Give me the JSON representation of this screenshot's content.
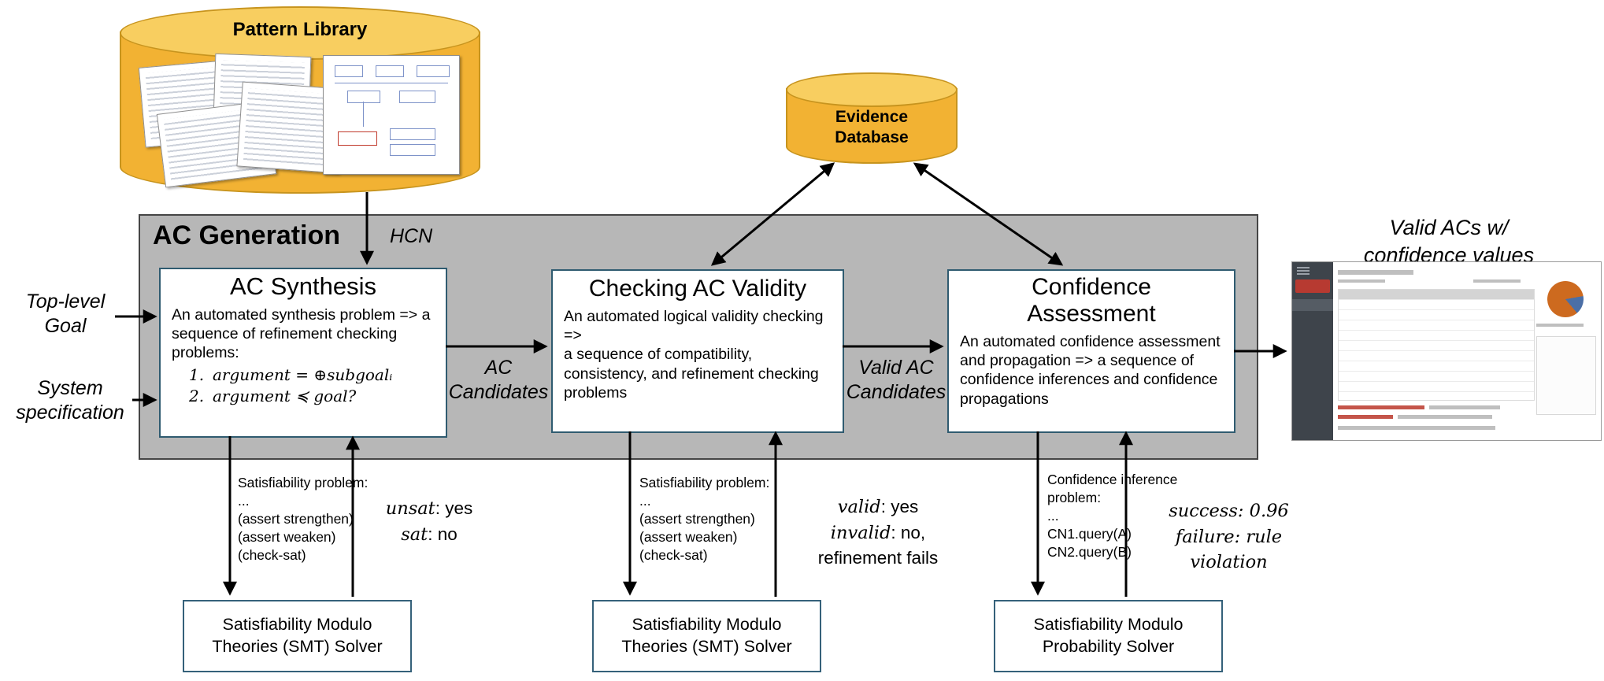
{
  "pattern_library": {
    "label": "Pattern Library"
  },
  "evidence_database": {
    "line1": "Evidence",
    "line2": "Database"
  },
  "panel": {
    "title": "AC Generation",
    "hcn_label": "HCN"
  },
  "inputs": {
    "goal": {
      "line1": "Top-level",
      "line2": "Goal"
    },
    "spec": {
      "line1": "System",
      "line2": "specification"
    }
  },
  "stages": {
    "synthesis": {
      "title": "AC Synthesis",
      "body": "An automated synthesis problem => a sequence of refinement checking problems:",
      "list": [
        {
          "num": "1.",
          "text": "argument = ⊕subgoalᵢ"
        },
        {
          "num": "2.",
          "text": "argument ≼ goal?"
        }
      ]
    },
    "validity": {
      "title": "Checking AC Validity",
      "lines": [
        "An automated logical validity checking",
        "=>",
        "a sequence of compatibility, consistency, and refinement checking problems"
      ]
    },
    "confidence": {
      "title": "Confidence Assessment",
      "body": "An automated confidence assessment and propagation => a sequence of confidence inferences and confidence propagations"
    }
  },
  "flow": {
    "ac_candidates": {
      "line1": "AC",
      "line2": "Candidates"
    },
    "valid_ac_candidates": {
      "line1": "Valid AC",
      "line2": "Candidates"
    },
    "output": {
      "line1": "Valid ACs w/",
      "line2": "confidence values"
    }
  },
  "columns": [
    {
      "problem": [
        "Satisfiability problem:",
        "...",
        "(assert strengthen)",
        "(assert weaken)",
        "(check-sat)"
      ],
      "results": [
        {
          "em": "unsat",
          "plain": ": yes"
        },
        {
          "em": "sat",
          "plain": ": no"
        }
      ],
      "solver": {
        "line1": "Satisfiability Modulo",
        "line2": "Theories (SMT) Solver"
      }
    },
    {
      "problem": [
        "Satisfiability problem:",
        "...",
        "(assert strengthen)",
        "(assert weaken)",
        "(check-sat)"
      ],
      "results": [
        {
          "em": "valid",
          "plain": ": yes"
        },
        {
          "em": "invalid",
          "plain": ": no,"
        },
        {
          "em": "",
          "plain": "refinement fails"
        }
      ],
      "solver": {
        "line1": "Satisfiability Modulo",
        "line2": "Theories (SMT) Solver"
      }
    },
    {
      "problem": [
        "Confidence inference",
        "problem:",
        "...",
        "CN1.query(A)",
        "CN2.query(B)"
      ],
      "results": [
        {
          "em": "success: 0.96",
          "plain": ""
        },
        {
          "em": "failure: rule violation",
          "plain": ""
        }
      ],
      "solver": {
        "line1": "Satisfiability Modulo",
        "line2": "Probability Solver"
      }
    }
  ],
  "colors": {
    "cylinder_body": "#F2B233",
    "cylinder_top": "#F8CE60",
    "cylinder_border": "#C7941E",
    "panel_gray": "#B7B7B7",
    "box_border": "#2F5B70",
    "arrow": "#000000",
    "thumbnail_red": "#B73A31",
    "pie_orange": "#CD6A1F",
    "pie_blue": "#4B6FA6"
  }
}
